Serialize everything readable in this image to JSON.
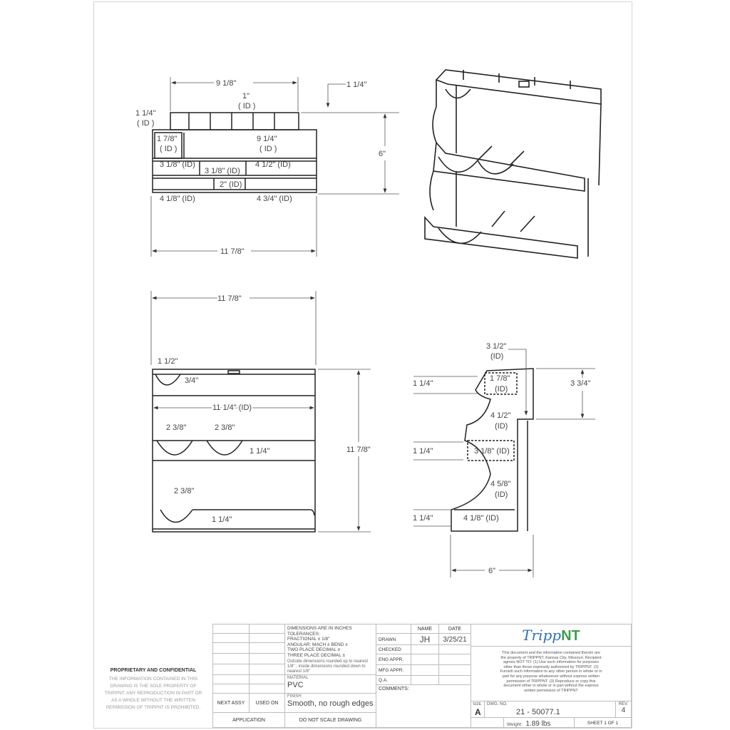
{
  "views": {
    "top_view": {
      "overall_width": "9 1/8\"",
      "rail_height": "1 1/4\"",
      "divider_gap": "1\"",
      "divider_gap_id": "( ID )",
      "left_rail": "1 1/4\"",
      "left_rail_id": "( ID )",
      "small_compartment": "1 7/8\"",
      "small_compartment_id": "( ID )",
      "large_compartment": "9 1/4\"",
      "large_compartment_id": "( ID )",
      "mid_left": "3 1/8\" (ID)",
      "mid_center": "3 1/8\" (ID)",
      "mid_right": "4 1/2\" (ID)",
      "low_center": "2\" (ID)",
      "bottom_left": "4 1/8\" (ID)",
      "bottom_right": "4 3/4\" (ID)",
      "depth": "6\"",
      "total_width": "11 7/8\""
    },
    "front_view": {
      "total_width": "11 7/8\"",
      "notch_offset": "1 1/2\"",
      "notch_depth": "3/4\"",
      "inner_width": "11 1/4\" (ID)",
      "mid_notch_1": "2 3/8\"",
      "mid_notch_2": "2 3/8\"",
      "mid_notch_depth": "1 1/4\"",
      "low_notch": "2 3/8\"",
      "low_notch_depth": "1 1/4\"",
      "total_height": "11 7/8\""
    },
    "side_view": {
      "top_slot": "3 1/2\"",
      "top_slot_id": "(ID)",
      "top_height": "1 1/4\"",
      "top_inner": "1 7/8\"",
      "top_inner_id": "(ID)",
      "back_height": "3 3/4\"",
      "upper_gap": "4 1/2\"",
      "upper_gap_id": "(ID)",
      "mid_height": "1 1/4\"",
      "mid_inner": "3 1/8\" (ID)",
      "lower_gap": "4 5/8\"",
      "lower_gap_id": "(ID)",
      "bottom_height": "1 1/4\"",
      "bottom_inner": "4 1/8\" (ID)",
      "depth": "6\""
    }
  },
  "title_block": {
    "proprietary_title": "PROPRIETARY AND CONFIDENTIAL",
    "proprietary_text": "THE INFORMATION CONTAINED IN THIS DRAWING IS THE SOLE PROPERTY OF TRIPPNT.  ANY REPRODUCTION IN PART OR AS A WHOLE WITHOUT THE WRITTEN PERMISSION OF TRIPPNT IS PROHIBITED.",
    "next_assy": "NEXT ASSY",
    "used_on": "USED ON",
    "application": "APPLICATION",
    "tolerances": {
      "line1": "DIMENSIONS ARE IN INCHES",
      "line2": "TOLERANCES:",
      "line3": "FRACTIONAL ±  1/8\"",
      "line4": "ANGULAR: MACH ±    BEND ±",
      "line5": "TWO PLACE DECIMAL    ±",
      "line6": "THREE PLACE DECIMAL  ±",
      "note": "Outside dimensions rounded up to nearest 1/8\" ; inside dimensions rounded down to nearest 1/8\""
    },
    "material_label": "MATERIAL",
    "material": "PVC",
    "finish_label": "FINISH",
    "finish": "Smooth, no rough edges",
    "do_not_scale": "DO  NOT  SCALE  DRAWING",
    "name_header": "NAME",
    "date_header": "DATE",
    "rows": [
      {
        "label": "DRAWN",
        "name": "JH",
        "date": "3/25/21"
      },
      {
        "label": "CHECKED",
        "name": "",
        "date": ""
      },
      {
        "label": "ENG APPR.",
        "name": "",
        "date": ""
      },
      {
        "label": "MFG APPR.",
        "name": "",
        "date": ""
      },
      {
        "label": "Q.A.",
        "name": "",
        "date": ""
      }
    ],
    "comments_label": "COMMENTS:",
    "logo_script": "Tripp",
    "logo_bold": "NT",
    "notice": "This document and the information contained therein are the property of TRIPPNT, Kansas City, Missouri. Recipient agrees NOT TO: (1) Use such information for purposes other than those expressly authorized by TRIPPNT. (2) Furnish such information to any other person in whole or in part for any purpose whatsoever without express written permission of TRIPPNT. (3) Reproduce or copy this document either in whole or in part without the express written permission of TRIPPNT",
    "size_label": "SIZE",
    "size": "A",
    "dwg_no_label": "DWG.  NO.",
    "dwg_no": "21 - 50077.1",
    "rev_label": "REV.",
    "rev": "4",
    "weight_label": "Weight:",
    "weight": "1.89 lbs",
    "sheet": "SHEET 1 OF 1"
  },
  "colors": {
    "line": "#222222",
    "dim_line": "#555555",
    "logo_blue": "#2f6fb5",
    "logo_green": "#3aa14a"
  }
}
